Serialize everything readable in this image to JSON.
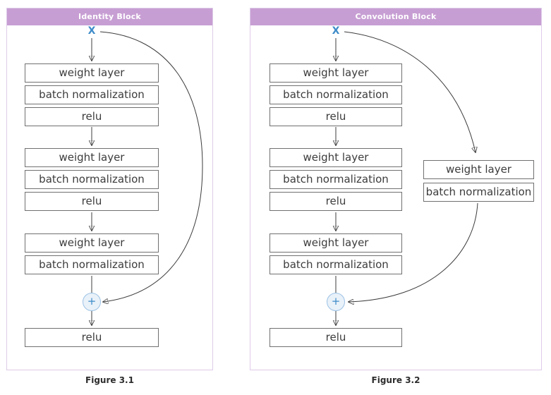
{
  "colors": {
    "header_purple": "#c79ed3",
    "panel_border": "#decbe9",
    "accent_blue": "#3e8cc9",
    "box_border": "#707070",
    "box_text": "#3c3c3c",
    "connector_line": "#3c3c3c",
    "plus_circle_fill": "#e9f1f9",
    "plus_circle_border": "#9cc2e5"
  },
  "figures": [
    {
      "title": "Identity Block",
      "caption": "Figure 3.1",
      "input_label": "X",
      "plus_label": "+",
      "main_boxes": [
        "weight layer",
        "batch normalization",
        "relu",
        "weight layer",
        "batch normalization",
        "relu",
        "weight layer",
        "batch normalization"
      ],
      "output_box": "relu"
    },
    {
      "title": "Convolution Block",
      "caption": "Figure 3.2",
      "input_label": "X",
      "plus_label": "+",
      "main_boxes": [
        "weight layer",
        "batch normalization",
        "relu",
        "weight layer",
        "batch normalization",
        "relu",
        "weight layer",
        "batch normalization"
      ],
      "side_boxes": [
        "weight layer",
        "batch normalization"
      ],
      "output_box": "relu"
    }
  ]
}
